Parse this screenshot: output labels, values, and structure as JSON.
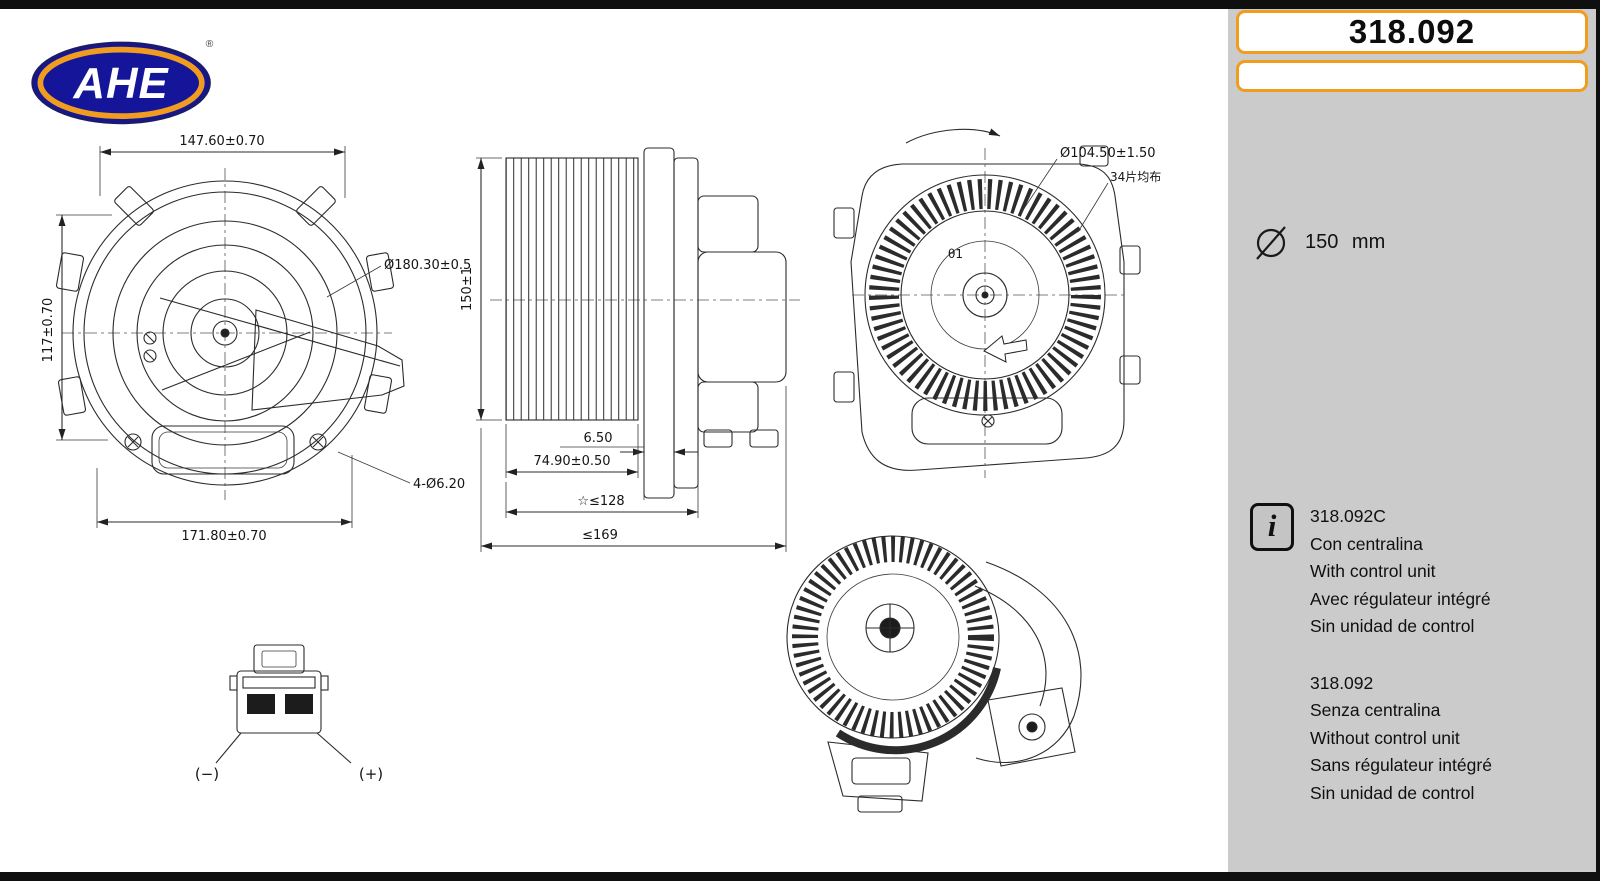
{
  "brand": {
    "logo_text": "AHE",
    "registered": "®"
  },
  "header": {
    "part_number": "318.092"
  },
  "icons": {
    "info_glyph": "i"
  },
  "sidebar": {
    "diameter_value": "150 mm",
    "info_blocks": [
      {
        "lines": [
          "318.092C",
          "Con centralina",
          "With control unit",
          "Avec régulateur intégré",
          "Sin unidad de control"
        ]
      },
      {
        "lines": [
          "318.092",
          "Senza centralina",
          "Without control unit",
          "Sans régulateur intégré",
          "Sin unidad de control"
        ]
      }
    ]
  },
  "drawings": {
    "front_view": {
      "dim_width_top": "147.60±0.70",
      "dim_height_left": "117±0.70",
      "dim_outer_diameter": "Ø180.30±0.5",
      "dim_mount_holes": "4-Ø6.20",
      "dim_width_bottom": "171.80±0.70"
    },
    "side_view": {
      "dim_height": "150±1",
      "dim_flange": "6.50",
      "dim_fin_depth": "74.90±0.50",
      "dim_depth_star": "☆≤128",
      "dim_total_depth": "≤169"
    },
    "fan_view": {
      "dim_fan_diameter": "Ø104.50±1.50",
      "blade_note": "34片均布",
      "hub_label": "θ1"
    },
    "connector": {
      "minus_label": "(−)",
      "plus_label": "(+)"
    }
  }
}
